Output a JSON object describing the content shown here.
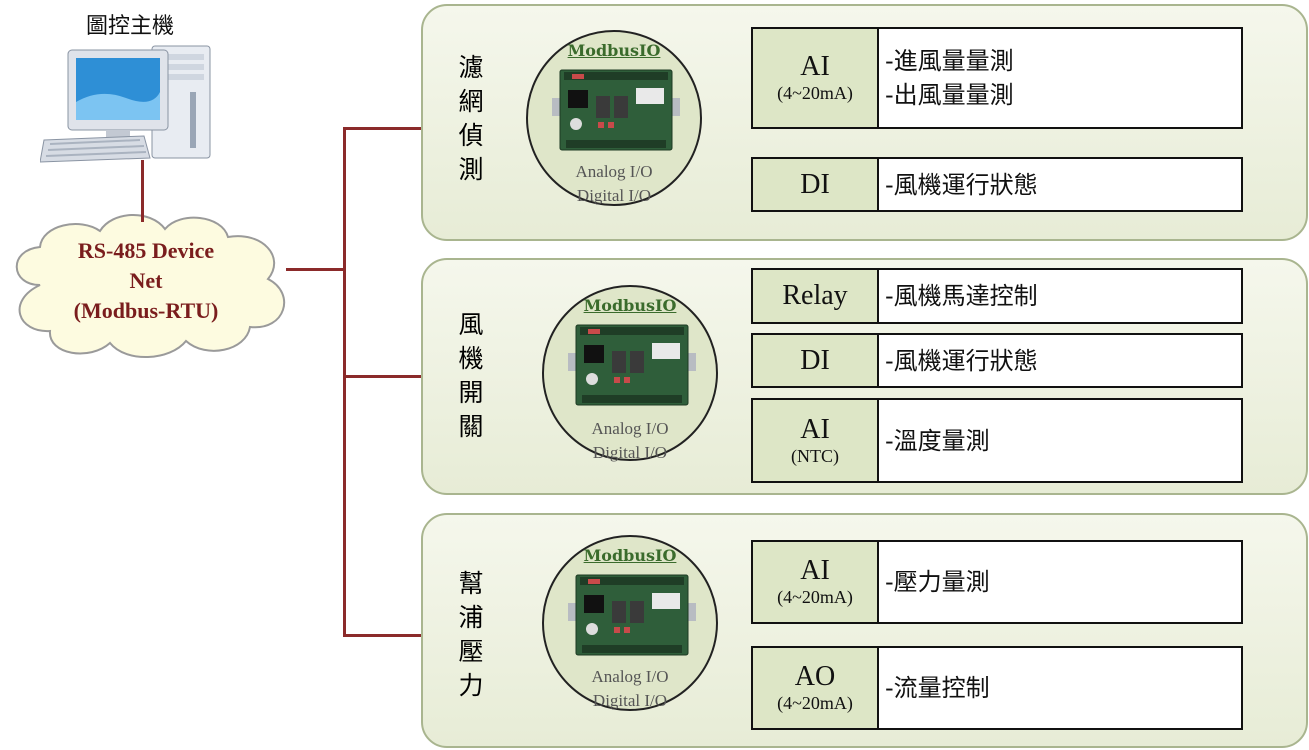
{
  "host": {
    "label": "圖控主機"
  },
  "network": {
    "lines": [
      "RS-485  Device",
      "Net",
      "(Modbus-RTU)"
    ]
  },
  "colors": {
    "connector": "#8b2a2a",
    "panel_bg": "#eef2e0",
    "key_bg": "#dde6c6",
    "module_title": "#3a6b2c"
  },
  "groups": [
    {
      "label_chars": [
        "濾",
        "網",
        "偵",
        "測"
      ],
      "module": {
        "title": "ModbusIO",
        "lines": [
          "Analog I/O",
          "Digital I/O"
        ]
      },
      "rows": [
        {
          "key": "AI",
          "key_sub": "(4~20mA)",
          "desc": [
            "-進風量量測",
            "-出風量量測"
          ]
        },
        {
          "key": "DI",
          "key_sub": "",
          "desc": [
            "-風機運行狀態"
          ]
        }
      ]
    },
    {
      "label_chars": [
        "風",
        "機",
        "開",
        "關"
      ],
      "module": {
        "title": "ModbusIO",
        "lines": [
          "Analog I/O",
          "Digital I/O"
        ]
      },
      "rows": [
        {
          "key": "Relay",
          "key_sub": "",
          "desc": [
            "-風機馬達控制"
          ]
        },
        {
          "key": "DI",
          "key_sub": "",
          "desc": [
            "-風機運行狀態"
          ]
        },
        {
          "key": "AI",
          "key_sub": "(NTC)",
          "desc": [
            "-溫度量測"
          ]
        }
      ]
    },
    {
      "label_chars": [
        "幫",
        "浦",
        "壓",
        "力"
      ],
      "module": {
        "title": "ModbusIO",
        "lines": [
          "Analog I/O",
          "Digital I/O"
        ]
      },
      "rows": [
        {
          "key": "AI",
          "key_sub": "(4~20mA)",
          "desc": [
            "-壓力量測"
          ]
        },
        {
          "key": "AO",
          "key_sub": "(4~20mA)",
          "desc": [
            "-流量控制"
          ]
        }
      ]
    }
  ]
}
